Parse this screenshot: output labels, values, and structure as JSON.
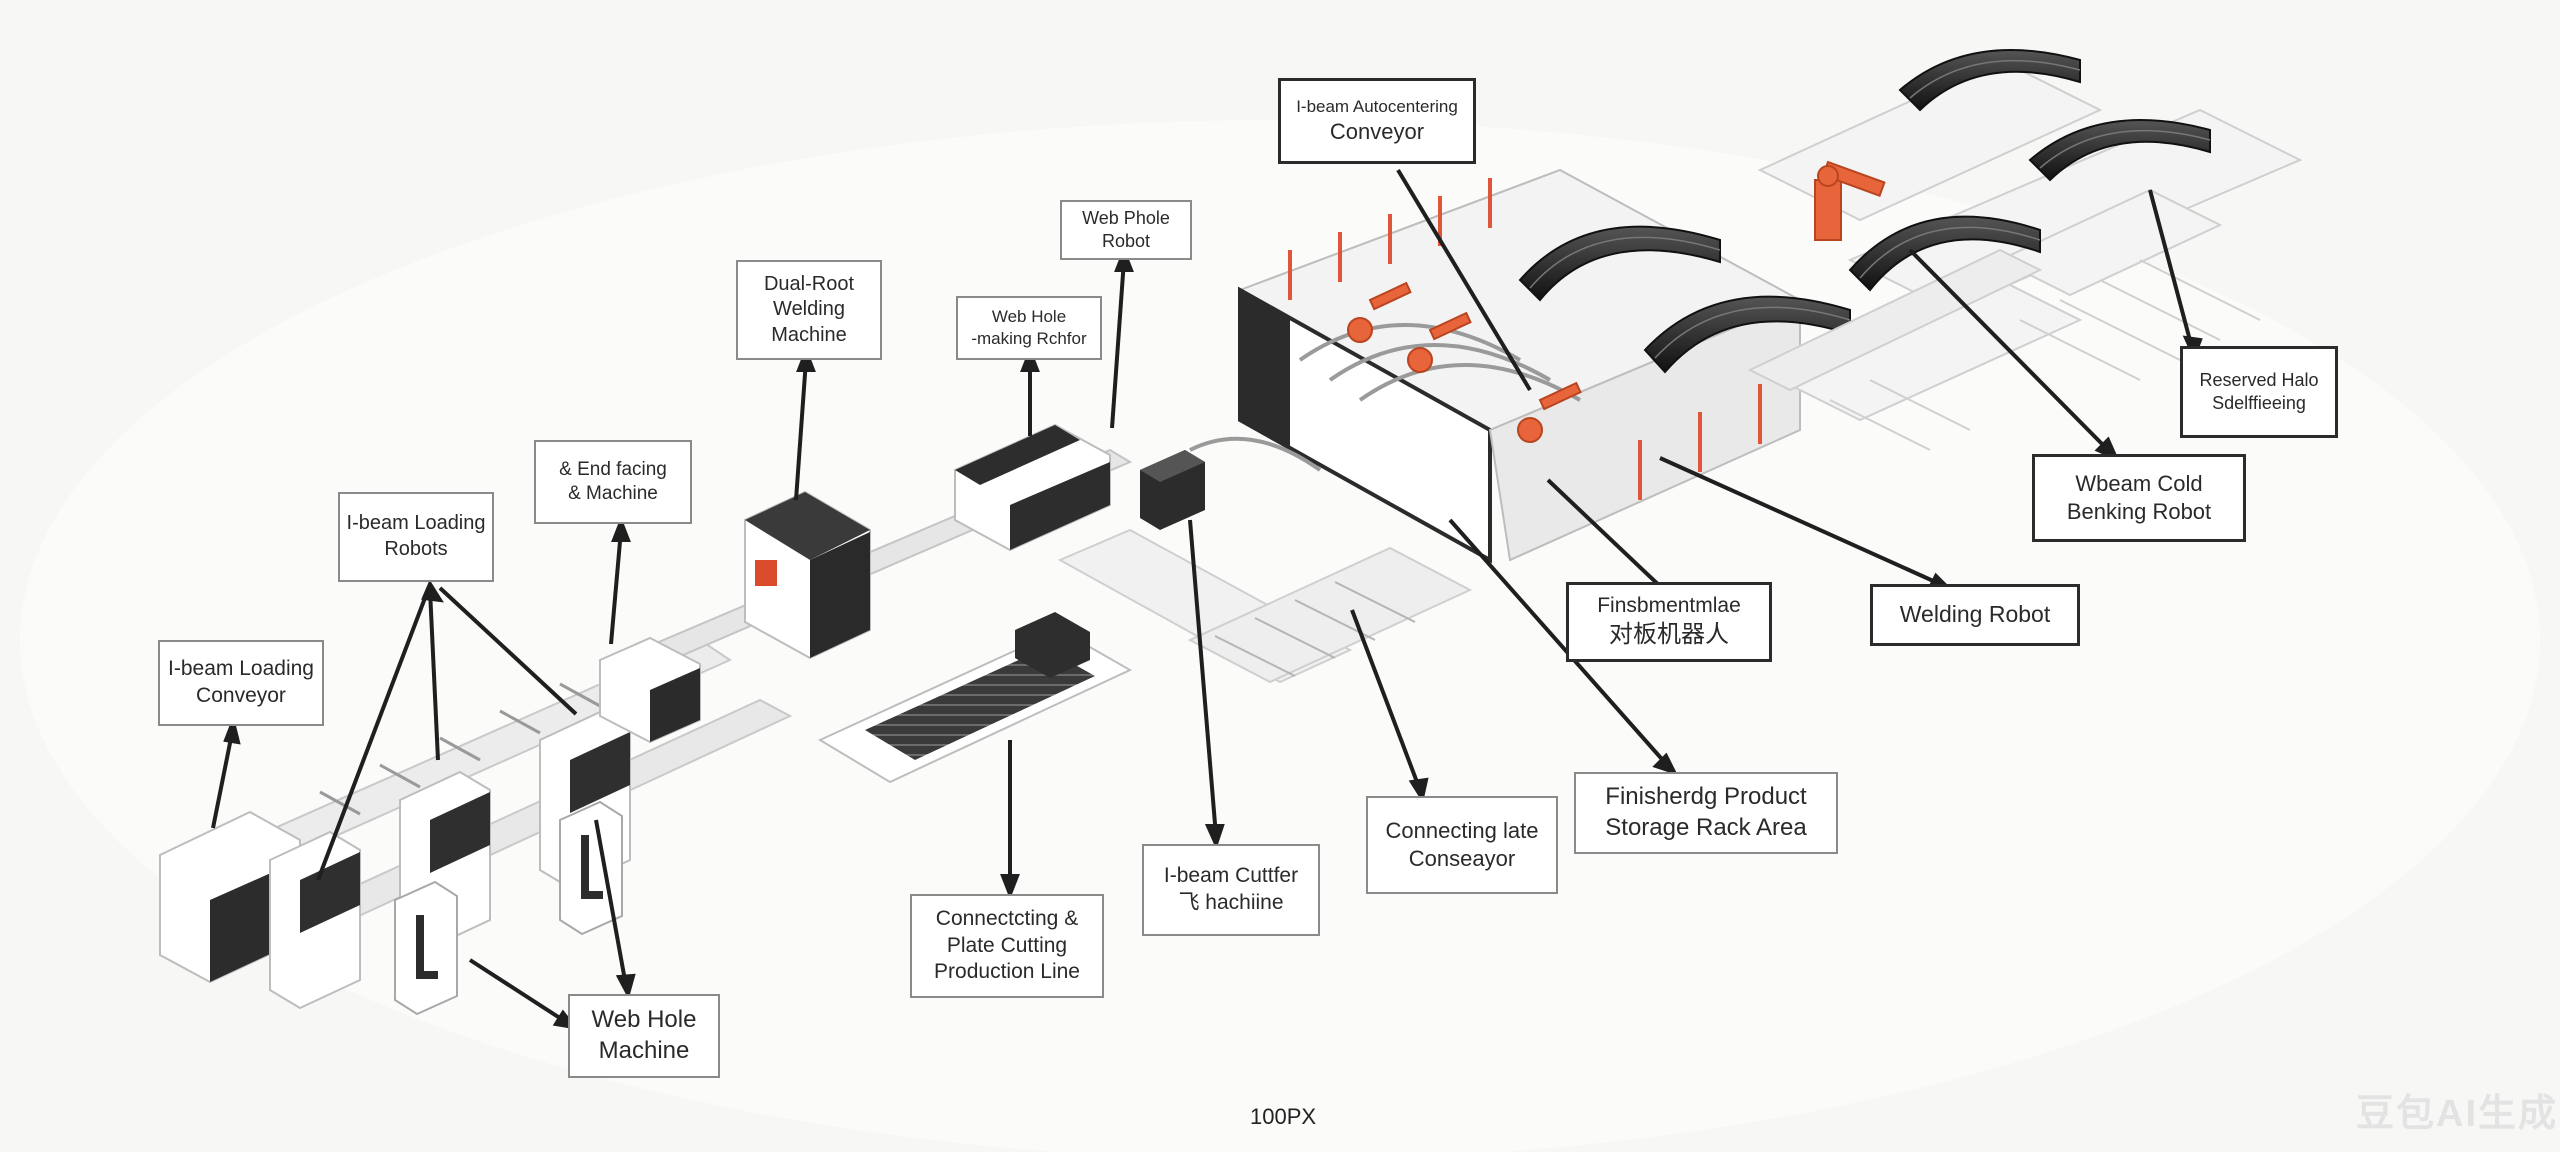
{
  "labels": [
    {
      "id": "loading-conveyor",
      "lines": [
        "I-beam Loading",
        "Conveyor"
      ]
    },
    {
      "id": "loading-robot",
      "lines": [
        "I-beam Loading",
        "Robots"
      ]
    },
    {
      "id": "end-facing",
      "lines": [
        "& End facing",
        "& Machine"
      ]
    },
    {
      "id": "dual-robot",
      "lines": [
        "Dual-Root",
        "Welding",
        "Machine"
      ]
    },
    {
      "id": "web-hole-making",
      "lines": [
        "Web Hole",
        "-making Rchfor"
      ]
    },
    {
      "id": "web-hole-robot",
      "lines": [
        "Web Phole",
        "Robot"
      ]
    },
    {
      "id": "autocentering",
      "lines": [
        "I-beam Autocentering",
        "Conveyor"
      ]
    },
    {
      "id": "reserved",
      "lines": [
        "Reserved Halo",
        "Sdelffieeing"
      ]
    },
    {
      "id": "cold-bending",
      "lines": [
        "Wbeam Cold",
        "Benking Robot"
      ]
    },
    {
      "id": "welding-robot",
      "lines": [
        "Welding Robot"
      ]
    },
    {
      "id": "finishing",
      "lines": [
        "Finsbmentmlae",
        "对板机器人"
      ]
    },
    {
      "id": "storage",
      "lines": [
        "Finisherdg Product",
        "Storage Rack Area"
      ]
    },
    {
      "id": "connecting-conveyor",
      "lines": [
        "Connecting late",
        "Conseayor"
      ]
    },
    {
      "id": "cutter",
      "lines": [
        "I-beam Cuttfer",
        "飞 hachiine"
      ]
    },
    {
      "id": "plate-cutting",
      "lines": [
        "Connectcting &",
        "Plate Cutting",
        "Production Line"
      ]
    },
    {
      "id": "web-hole-machine",
      "lines": [
        "Web Hole",
        "Machine"
      ]
    }
  ],
  "caption": "100PX",
  "watermark": "豆包AI生成",
  "colors": {
    "accent": "#e8643a",
    "frame": "#2b2b2b",
    "outline": "#8a8a8a"
  }
}
